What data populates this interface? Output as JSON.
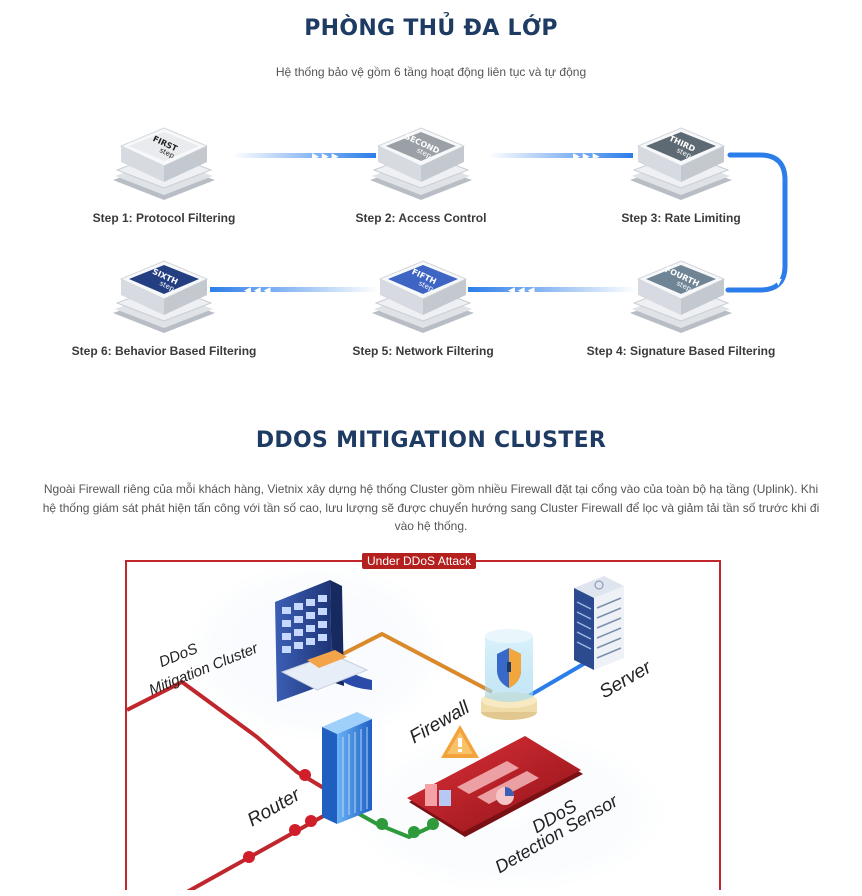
{
  "section1": {
    "title": "PHÒNG THỦ ĐA LỚP",
    "subtitle": "Hệ thống bảo vệ gồm 6 tầng hoạt động liên tục và tự động"
  },
  "steps": [
    {
      "label": "Step 1: Protocol Filtering",
      "chip_top": "FIRST",
      "chip_bottom": "step",
      "color": "#e9ebee",
      "text_color": "#222222"
    },
    {
      "label": "Step 2: Access Control",
      "chip_top": "SECOND",
      "chip_bottom": "step",
      "color": "#9aa0a6",
      "text_color": "#ffffff"
    },
    {
      "label": "Step 3: Rate Limiting",
      "chip_top": "THIRD",
      "chip_bottom": "step",
      "color": "#5e6a73",
      "text_color": "#ffffff"
    },
    {
      "label": "Step 4: Signature Based Filtering",
      "chip_top": "FOURTH",
      "chip_bottom": "step",
      "color": "#6f8596",
      "text_color": "#ffffff"
    },
    {
      "label": "Step 5: Network Filtering",
      "chip_top": "FIFTH",
      "chip_bottom": "step",
      "color": "#3e64c4",
      "text_color": "#ffffff"
    },
    {
      "label": "Step 6: Behavior Based Filtering",
      "chip_top": "SIXTH",
      "chip_bottom": "step",
      "color": "#233f82",
      "text_color": "#ffffff"
    }
  ],
  "section2": {
    "title": "DDOS MITIGATION CLUSTER",
    "description": "Ngoài Firewall riêng của mỗi khách hàng, Vietnix xây dựng hệ thống Cluster gồm nhiều Firewall đặt tại cổng vào của toàn bộ hạ tầng (Uplink). Khi hệ thống giám sát phát hiện tấn công với tần số cao, lưu lượng sẽ được chuyển hướng sang Cluster Firewall để lọc và giảm tải tần số trước khi đi vào hệ thống."
  },
  "diagram": {
    "tag": "Under DDoS Attack",
    "labels": {
      "cluster_line1": "DDoS",
      "cluster_line2": "Mitigation Cluster",
      "firewall": "Firewall",
      "server": "Server",
      "router": "Router",
      "sensor_line1": "DDoS",
      "sensor_line2": "Detection Sensor"
    }
  },
  "colors": {
    "heading": "#1d3b63",
    "flow_blue": "#2b7de9",
    "attack_red": "#c0272d",
    "path_orange": "#d98a2b",
    "path_green": "#2e9a3c"
  }
}
